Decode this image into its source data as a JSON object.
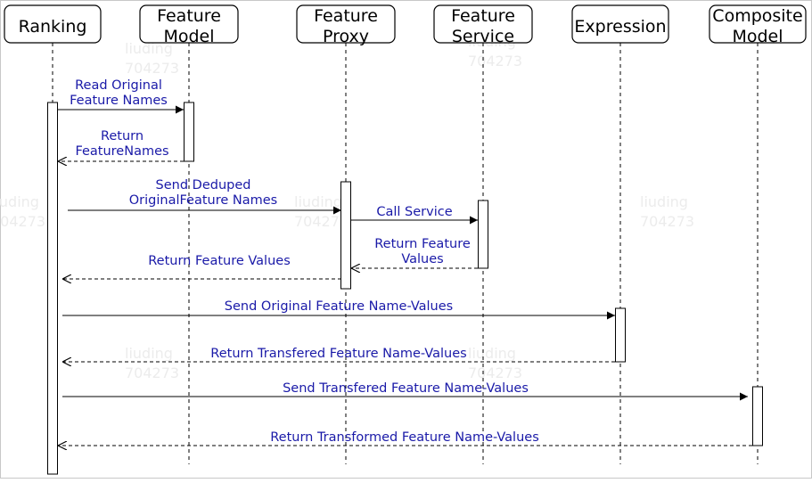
{
  "colors": {
    "message_text": "#1a1aa8",
    "lines": "#000000",
    "border": "#c8c8c8",
    "watermark": "#e6e6e6"
  },
  "watermark": {
    "name": "liuding",
    "id": "704273"
  },
  "participants": [
    {
      "id": "ranking",
      "lines": [
        "Ranking"
      ]
    },
    {
      "id": "feature-model",
      "lines": [
        "Feature",
        "Model"
      ]
    },
    {
      "id": "feature-proxy",
      "lines": [
        "Feature",
        "Proxy"
      ]
    },
    {
      "id": "feature-service",
      "lines": [
        "Feature",
        "Service"
      ]
    },
    {
      "id": "expression",
      "lines": [
        "Expression"
      ]
    },
    {
      "id": "composite-model",
      "lines": [
        "Composite",
        "Model"
      ]
    }
  ],
  "messages": [
    {
      "from": "ranking",
      "to": "feature-model",
      "kind": "call",
      "lines": [
        "Read Original",
        "Feature Names"
      ]
    },
    {
      "from": "feature-model",
      "to": "ranking",
      "kind": "return",
      "lines": [
        "Return",
        "FeatureNames"
      ]
    },
    {
      "from": "ranking",
      "to": "feature-proxy",
      "kind": "call",
      "lines": [
        "Send Deduped",
        "OriginalFeature Names"
      ]
    },
    {
      "from": "feature-proxy",
      "to": "feature-service",
      "kind": "call",
      "lines": [
        "Call Service"
      ]
    },
    {
      "from": "feature-service",
      "to": "feature-proxy",
      "kind": "return",
      "lines": [
        "Return Feature",
        "Values"
      ]
    },
    {
      "from": "feature-proxy",
      "to": "ranking",
      "kind": "return",
      "lines": [
        "Return Feature Values"
      ]
    },
    {
      "from": "ranking",
      "to": "expression",
      "kind": "call",
      "lines": [
        "Send Original Feature Name-Values"
      ]
    },
    {
      "from": "expression",
      "to": "ranking",
      "kind": "return",
      "lines": [
        "Return Transfered Feature Name-Values"
      ]
    },
    {
      "from": "ranking",
      "to": "composite-model",
      "kind": "call",
      "lines": [
        "Send  Transfered Feature Name-Values"
      ]
    },
    {
      "from": "composite-model",
      "to": "ranking",
      "kind": "return",
      "lines": [
        "Return Transformed Feature Name-Values"
      ]
    }
  ]
}
